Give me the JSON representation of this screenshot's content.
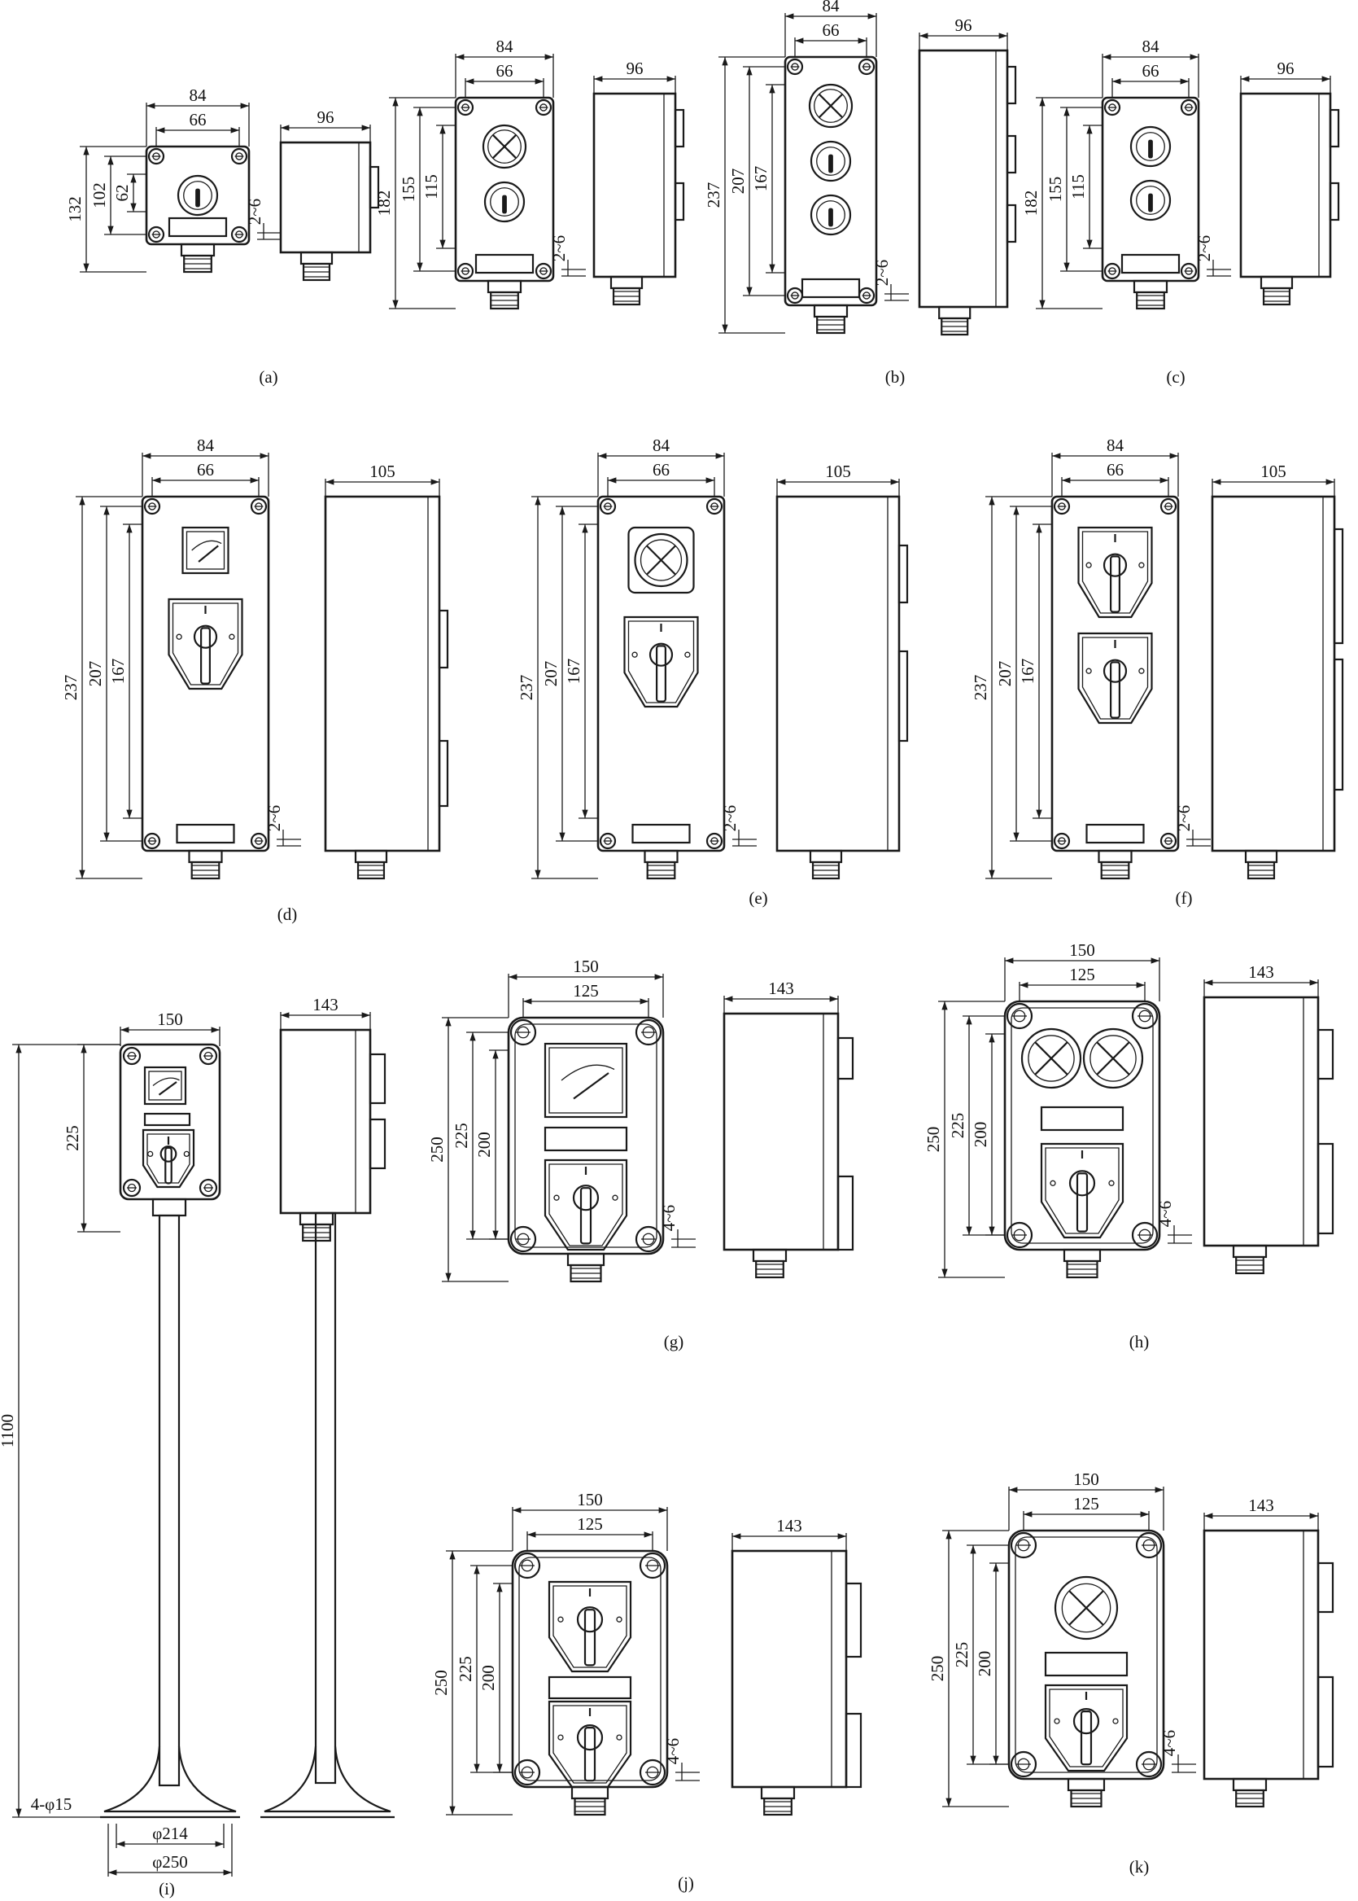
{
  "figures": {
    "a": {
      "caption": "(a)",
      "front": {
        "w_outer": "84",
        "w_inner": "66",
        "h_total": "132",
        "h_mid": "102",
        "h_inner": "62",
        "gap": "2~6"
      },
      "side": {
        "depth": "96"
      }
    },
    "b": {
      "caption": "(b)",
      "front": {
        "w_outer": "84",
        "w_inner": "66",
        "h_total": "182",
        "h_mid": "155",
        "h_inner": "115",
        "gap": "2~6"
      },
      "side": {
        "depth": "96"
      }
    },
    "b2": {
      "front": {
        "w_outer": "84",
        "w_inner": "66",
        "h_total": "237",
        "h_mid": "207",
        "h_inner": "167",
        "gap": "2~6"
      },
      "side": {
        "depth": "96"
      }
    },
    "c": {
      "caption": "(c)",
      "front": {
        "w_outer": "84",
        "w_inner": "66",
        "h_total": "182",
        "h_mid": "155",
        "h_inner": "115",
        "gap": "2~6"
      },
      "side": {
        "depth": "96"
      }
    },
    "d": {
      "caption": "(d)",
      "front": {
        "w_outer": "84",
        "w_inner": "66",
        "h_total": "237",
        "h_mid": "207",
        "h_inner": "167",
        "gap": "2~6"
      },
      "side": {
        "depth": "105"
      }
    },
    "e": {
      "caption": "(e)",
      "front": {
        "w_outer": "84",
        "w_inner": "66",
        "h_total": "237",
        "h_mid": "207",
        "h_inner": "167",
        "gap": "2~6"
      },
      "side": {
        "depth": "105"
      }
    },
    "f": {
      "caption": "(f)",
      "front": {
        "w_outer": "84",
        "w_inner": "66",
        "h_total": "237",
        "h_mid": "207",
        "h_inner": "167",
        "gap": "2~6"
      },
      "side": {
        "depth": "105"
      }
    },
    "g": {
      "caption": "(g)",
      "front": {
        "w_outer": "150",
        "w_inner": "125",
        "h_total": "250",
        "h_mid": "225",
        "h_inner": "200",
        "gap": "4~6"
      },
      "side": {
        "depth": "143"
      }
    },
    "h": {
      "caption": "(h)",
      "front": {
        "w_outer": "150",
        "w_inner": "125",
        "h_total": "250",
        "h_mid": "225",
        "h_inner": "200",
        "gap": "4~6"
      },
      "side": {
        "depth": "143"
      }
    },
    "i": {
      "caption": "(i)",
      "front": {
        "w_outer": "150",
        "h_box": "225",
        "h_total": "1100",
        "holes": "4-φ15",
        "base_inner": "φ214",
        "base_outer": "φ250"
      },
      "side": {
        "depth": "143"
      }
    },
    "j": {
      "caption": "(j)",
      "front": {
        "w_outer": "150",
        "w_inner": "125",
        "h_total": "250",
        "h_mid": "225",
        "h_inner": "200",
        "gap": "4~6"
      },
      "side": {
        "depth": "143"
      }
    },
    "k": {
      "caption": "(k)",
      "front": {
        "w_outer": "150",
        "w_inner": "125",
        "h_total": "250",
        "h_mid": "225",
        "h_inner": "200",
        "gap": "4~6"
      },
      "side": {
        "depth": "143"
      }
    }
  }
}
